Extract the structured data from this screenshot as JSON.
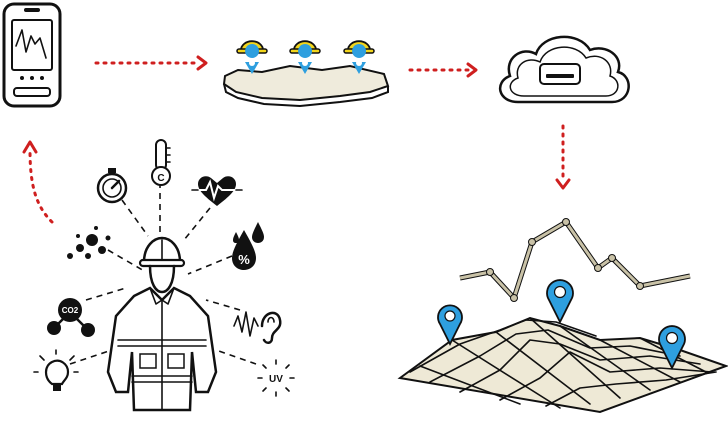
{
  "icons": {
    "co2_label": "CO2",
    "uv_label": "UV",
    "percent_label": "%",
    "thermometer_label": "C"
  },
  "colors": {
    "arrow": "#cf1f1f",
    "pin": "#2e9fdf",
    "helmet": "#f2d51c",
    "line": "#111111",
    "graph_line": "#c9c2a7"
  }
}
